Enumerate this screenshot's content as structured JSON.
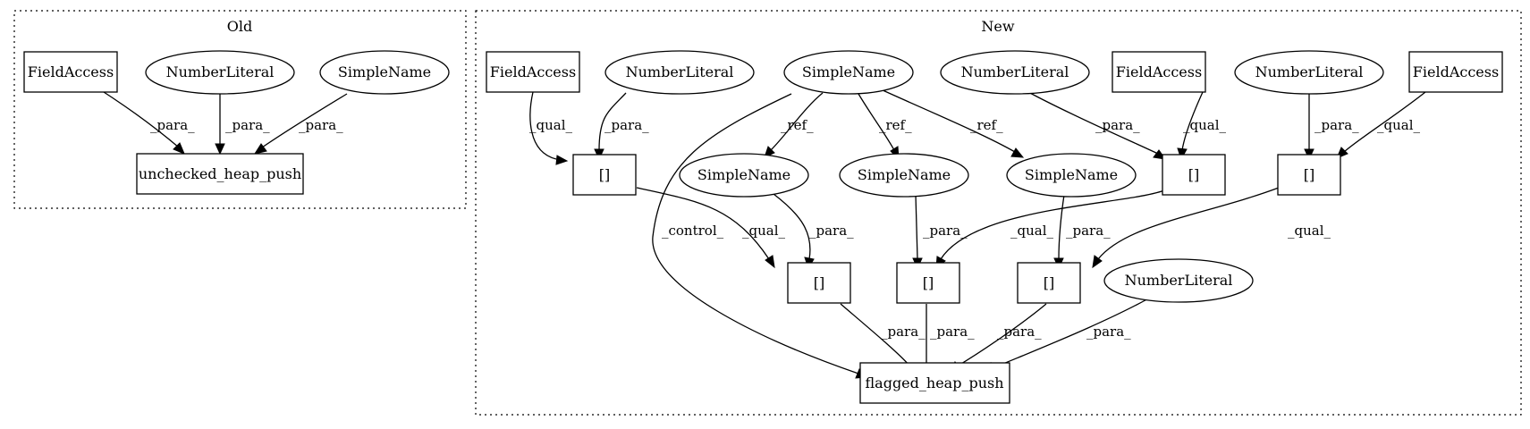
{
  "clusters": {
    "old": {
      "label": "Old"
    },
    "new": {
      "label": "New"
    }
  },
  "nodes": {
    "old_fieldaccess": "FieldAccess",
    "old_numberliteral": "NumberLiteral",
    "old_simplename": "SimpleName",
    "old_unchecked_heap_push": "unchecked_heap_push",
    "new_fieldaccess_1": "FieldAccess",
    "new_numberliteral_1": "NumberLiteral",
    "new_simplename_root": "SimpleName",
    "new_numberliteral_2": "NumberLiteral",
    "new_fieldaccess_2": "FieldAccess",
    "new_numberliteral_3": "NumberLiteral",
    "new_fieldaccess_3": "FieldAccess",
    "new_index_1": "[]",
    "new_simplename_a": "SimpleName",
    "new_simplename_b": "SimpleName",
    "new_simplename_c": "SimpleName",
    "new_index_2": "[]",
    "new_index_3": "[]",
    "new_index_4": "[]",
    "new_index_5": "[]",
    "new_index_6": "[]",
    "new_numberliteral_4": "NumberLiteral",
    "new_flagged_heap_push": "flagged_heap_push"
  },
  "edge_labels": {
    "para": "_para_",
    "qual": "_qual_",
    "ref": "_ref_",
    "control": "_control_"
  }
}
